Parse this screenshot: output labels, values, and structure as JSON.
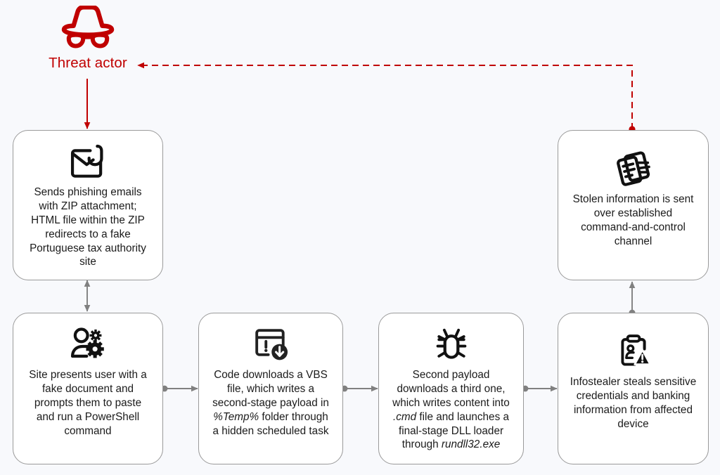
{
  "diagram": {
    "title": "Attack chain flow",
    "background_color": "#f8f9fc",
    "accent_color": "#c00000",
    "connector_color": "#808080",
    "box_border_color": "#9a9a9a",
    "box_fill_color": "#ffffff"
  },
  "actor": {
    "label": "Threat actor",
    "icon": "spy-hat-glasses-icon",
    "color": "#c00000"
  },
  "nodes": [
    {
      "id": "phishing",
      "icon": "email-phishing-hook-icon",
      "text": "Sends phishing emails\nwith ZIP attachment;\nHTML file within the ZIP\nredirects to a fake\nPortuguese tax authority\nsite"
    },
    {
      "id": "c2",
      "icon": "documents-stack-icon",
      "text": "Stolen information is sent\nover established\ncommand-and-control\nchannel"
    },
    {
      "id": "fakesite",
      "icon": "user-gears-icon",
      "text": "Site presents user with a\nfake document and\nprompts them to paste\nand run a PowerShell\ncommand"
    },
    {
      "id": "vbs",
      "icon": "window-alert-download-icon",
      "text_runs": [
        {
          "t": "Code downloads a VBS\nfile, which writes a\nsecond-stage payload in\n",
          "italic": false
        },
        {
          "t": "%Temp%",
          "italic": true
        },
        {
          "t": " folder through\na hidden scheduled task",
          "italic": false
        }
      ]
    },
    {
      "id": "secondpl",
      "icon": "bug-icon",
      "text_runs": [
        {
          "t": "Second payload\ndownloads a third one,\nwhich writes content into\n",
          "italic": false
        },
        {
          "t": ".cmd",
          "italic": true
        },
        {
          "t": " file and launches a\nfinal-stage DLL loader\nthrough ",
          "italic": false
        },
        {
          "t": "rundll32.exe",
          "italic": true
        }
      ]
    },
    {
      "id": "infosteal",
      "icon": "clipboard-person-warning-icon",
      "text": "Infostealer steals sensitive\ncredentials and banking\ninformation from affected\ndevice"
    }
  ],
  "connectors": [
    {
      "id": "actor-to-phishing",
      "from": "actor",
      "to": "phishing",
      "style": "solid",
      "color": "#c00000",
      "direction": "down"
    },
    {
      "id": "phishing-to-fakesite",
      "from": "phishing",
      "to": "fakesite",
      "style": "solid",
      "color": "#808080",
      "direction": "down"
    },
    {
      "id": "fakesite-to-vbs",
      "from": "fakesite",
      "to": "vbs",
      "style": "solid",
      "color": "#808080",
      "direction": "right"
    },
    {
      "id": "vbs-to-secondpl",
      "from": "vbs",
      "to": "secondpl",
      "style": "solid",
      "color": "#808080",
      "direction": "right"
    },
    {
      "id": "secondpl-to-infosteal",
      "from": "secondpl",
      "to": "infosteal",
      "style": "solid",
      "color": "#808080",
      "direction": "right"
    },
    {
      "id": "infosteal-to-c2",
      "from": "infosteal",
      "to": "c2",
      "style": "solid",
      "color": "#808080",
      "direction": "up"
    },
    {
      "id": "c2-to-actor",
      "from": "c2",
      "to": "actor",
      "style": "dashed",
      "color": "#c00000",
      "direction": "left"
    }
  ]
}
